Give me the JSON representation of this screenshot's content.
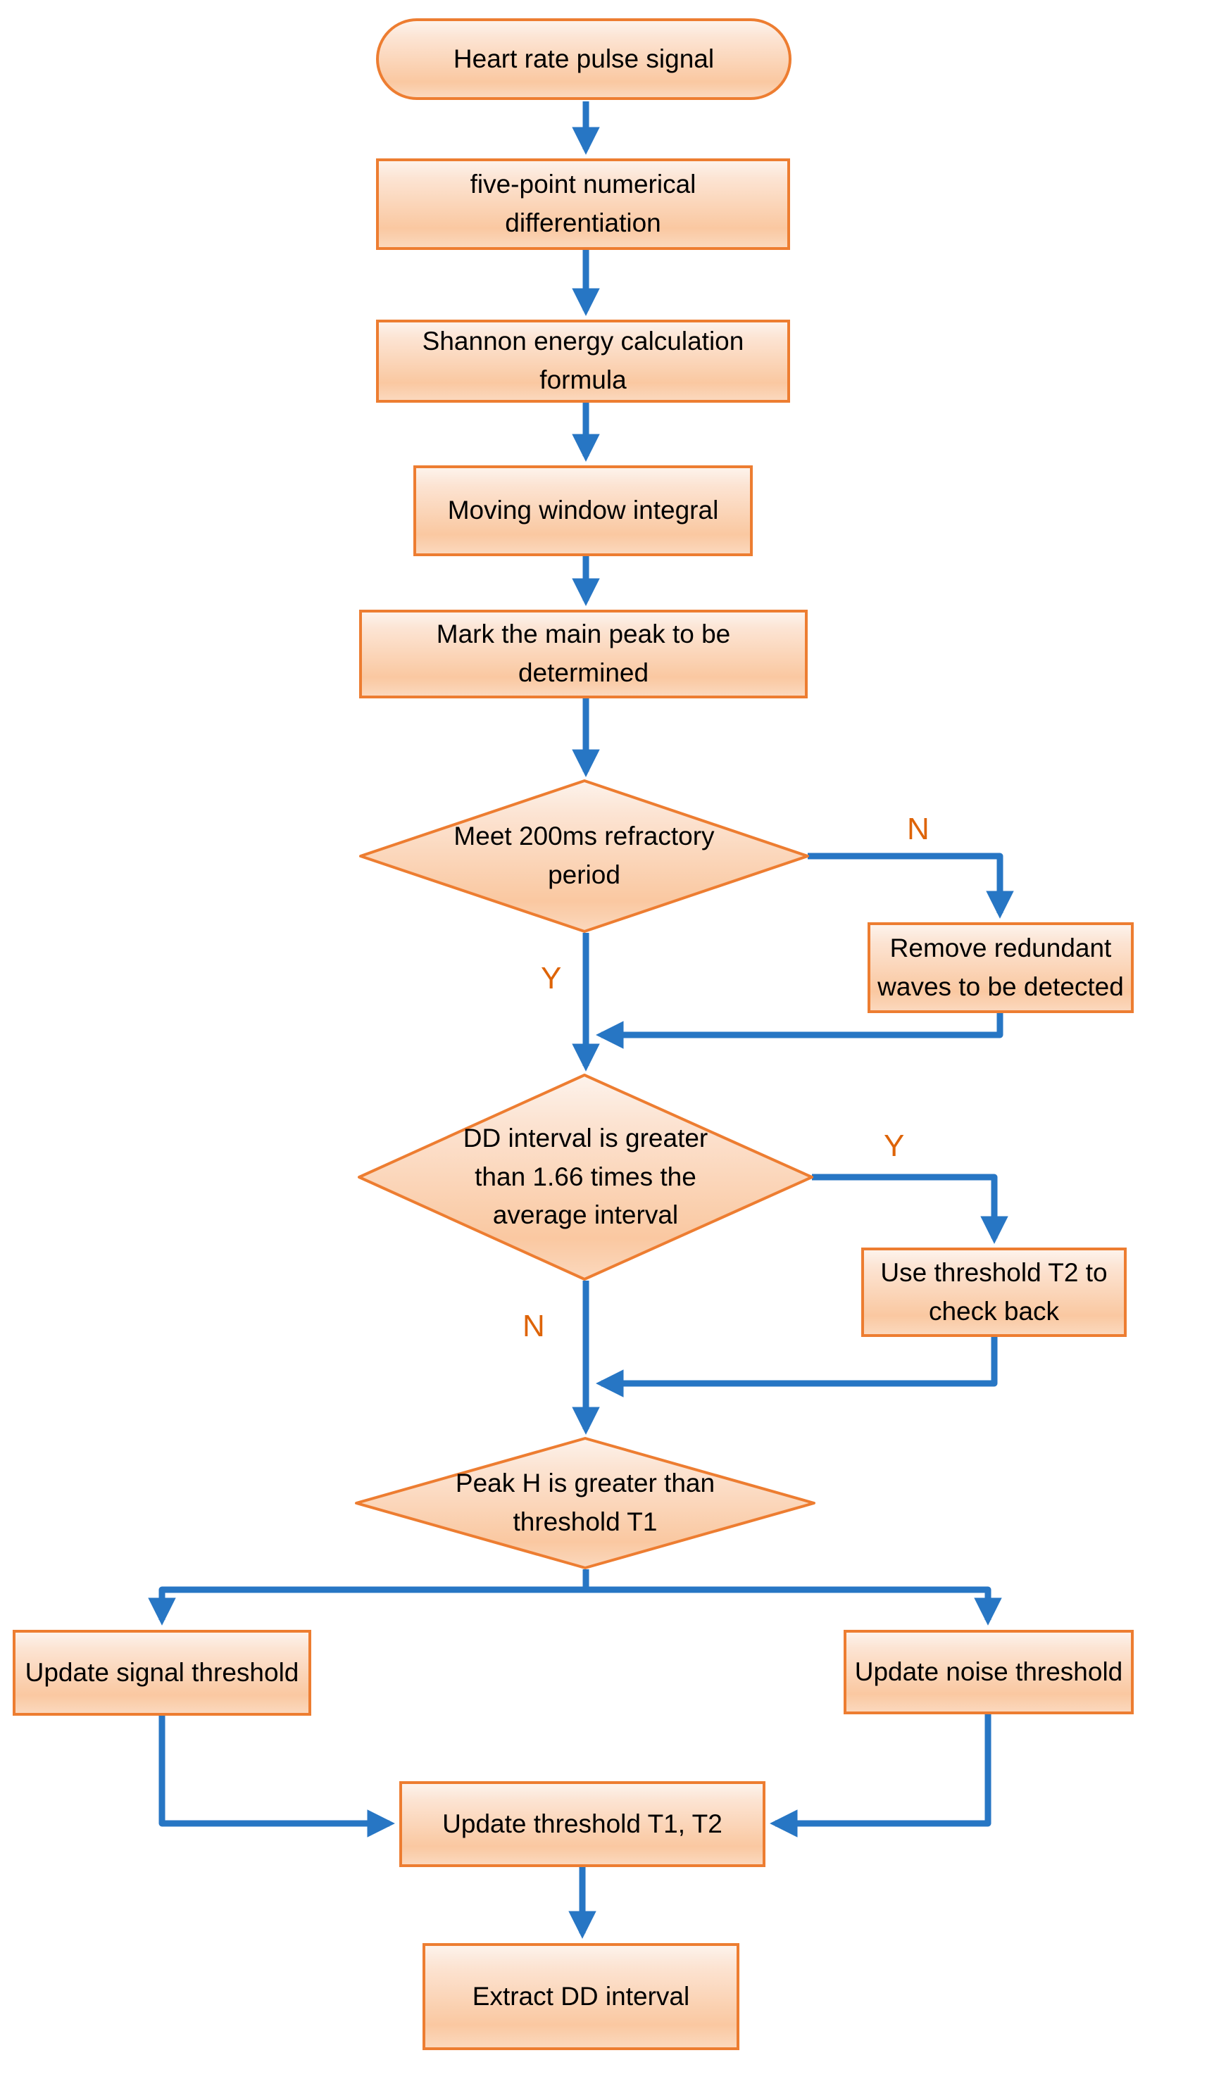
{
  "colors": {
    "shape_border": "#ED7D31",
    "shape_fill_light": "#FDF3EC",
    "shape_fill_dark": "#FAC8A1",
    "connector_blue": "#2776C4",
    "branch_label_orange": "#DE6408",
    "text": "#000000"
  },
  "nodes": {
    "start": {
      "type": "terminator",
      "label": "Heart rate pulse signal"
    },
    "diff5": {
      "type": "process",
      "label": "five-point numerical\ndifferentiation"
    },
    "shannon": {
      "type": "process",
      "label": "Shannon energy calculation\nformula"
    },
    "window": {
      "type": "process",
      "label": "Moving window integral"
    },
    "mark": {
      "type": "process",
      "label": "Mark the main peak to be\ndetermined"
    },
    "d_refractory": {
      "type": "decision",
      "label": "Meet 200ms refractory\nperiod"
    },
    "remove": {
      "type": "process",
      "label": "Remove redundant\nwaves to be detected"
    },
    "d_interval": {
      "type": "decision",
      "label": "DD interval is greater\nthan 1.66 times the\naverage interval"
    },
    "checkback": {
      "type": "process",
      "label": "Use threshold T2 to\ncheck back"
    },
    "d_peak": {
      "type": "decision",
      "label": "Peak H is greater than\nthreshold T1"
    },
    "signal": {
      "type": "process",
      "label": "Update signal threshold"
    },
    "noise": {
      "type": "process",
      "label": "Update noise threshold"
    },
    "t1t2": {
      "type": "process",
      "label": "Update threshold T1, T2"
    },
    "extract": {
      "type": "process",
      "label": "Extract DD interval"
    }
  },
  "branch_labels": {
    "refractory_no": "N",
    "refractory_yes": "Y",
    "interval_yes": "Y",
    "interval_no": "N"
  }
}
